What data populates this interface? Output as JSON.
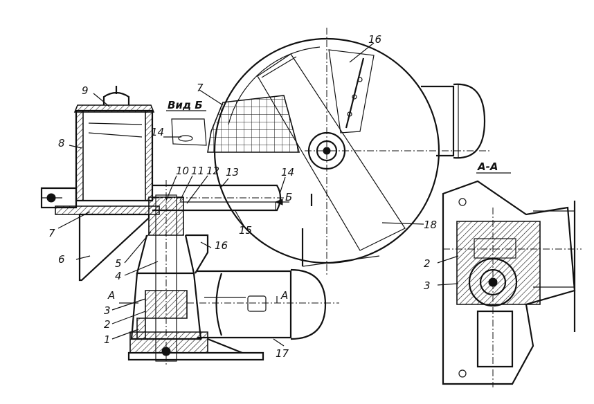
{
  "labels": {
    "view_b": "Вид Б",
    "section_aa": "А-А",
    "l1": "1",
    "l2": "2",
    "l3": "3",
    "l4": "4",
    "l5": "5",
    "l6": "6",
    "l7_top": "7",
    "l7_bottom": "7",
    "l8": "8",
    "l9": "9",
    "l10": "10",
    "l11": "11",
    "l12": "12",
    "l13": "13",
    "l14_view": "14",
    "l14_main": "14",
    "l15": "15",
    "l16_disc": "16",
    "l16_body": "16",
    "l17": "17",
    "l18": "18",
    "marker_a_left": "А",
    "marker_a_right": "А",
    "marker_b": "Б",
    "sec_l2": "2",
    "sec_l3": "3"
  }
}
